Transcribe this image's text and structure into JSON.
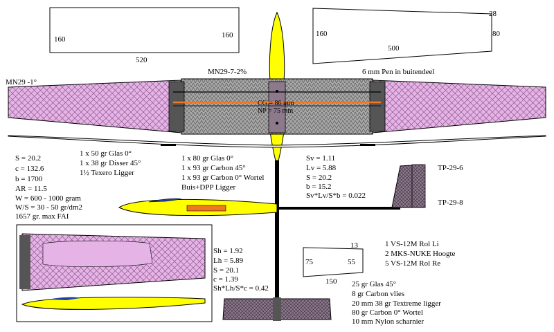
{
  "palette": {
    "outline": "#000000",
    "fuselage_yellow": "#ffff00",
    "wing_pink": "#e6b3e6",
    "wing_grey": "#a0a0a0",
    "dark_mount": "#555555",
    "spar_orange": "#f07820",
    "canopy_blue": "#2040a0",
    "fin_grey": "#8c7a8c"
  },
  "wing_outer_template": {
    "left": "160",
    "right": "160",
    "bottom": "520"
  },
  "wing_inner_template": {
    "left": "160",
    "tip_top": "28",
    "tip_right": "80",
    "bottom": "500"
  },
  "airfoil_labels": {
    "tip": "MN29 -1°",
    "root": "MN29-7-2%",
    "pen": "6 mm Pen in buitendeel"
  },
  "cg_labels": {
    "cg": "CG = 86 mm",
    "np": "NP = 75 mm"
  },
  "wing_specs": [
    "S = 20.2",
    "c = 132.6",
    "b = 1700",
    "AR = 11.5",
    "W = 600 - 1000 gram",
    "W/S = 30 - 50 gr/dm2",
    "1657 gr. max FAI"
  ],
  "wing_layup_outer": [
    "1 x 50 gr Glas 0°",
    "1 x 38 gr Disser 45°",
    "1½ Texero Ligger"
  ],
  "wing_layup_inner": [
    "1 x 80 gr Glas 0°",
    "1 x 93 gr Carbon 45°",
    "1 x 93 gr Carbon 0° Wortel",
    "Buis+DPP Ligger"
  ],
  "fin_specs": [
    "Sv = 1.11",
    "Lv = 5.88",
    "S = 20.2",
    "b = 15.2",
    "Sv*Lv/S*b = 0.022"
  ],
  "fin_labels": {
    "top": "TP-29-6",
    "bottom": "TP-29-8"
  },
  "stab_specs": [
    "Sh = 1.92",
    "Lh = 5.89",
    "S = 20.1",
    "c = 1.39",
    "Sh*Lh/S*c = 0.42"
  ],
  "stab_template": {
    "left": "75",
    "tip_top": "13",
    "right": "55",
    "bottom": "150"
  },
  "servos": [
    "1 VS-12M Rol Li",
    "2 MKS-NUKE Hoogte",
    "5 VS-12M Rol Re"
  ],
  "tail_layup": [
    "25 gr Glas 45°",
    "8 gr Carbon vlies",
    "20 mm 38 gr Textreme ligger",
    "80 gr Carbon 0° Wortel",
    "10 mm Nylon scharnier"
  ]
}
